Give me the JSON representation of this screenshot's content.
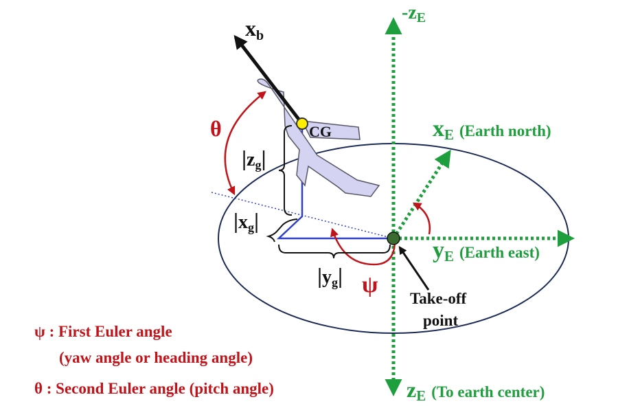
{
  "axes": {
    "minus_z_symbol": "-z",
    "minus_z_sub": "E",
    "x_symbol": "x",
    "x_sub": "E",
    "x_desc": "(Earth north)",
    "y_symbol": "y",
    "y_sub": "E",
    "y_desc": "(Earth east)",
    "z_symbol": "z",
    "z_sub": "E",
    "z_desc": "(To earth center)"
  },
  "body_axis": {
    "symbol": "x",
    "sub": "b"
  },
  "cg_label": "CG",
  "distances": {
    "zg": {
      "open": "|",
      "symbol": "z",
      "sub": "g",
      "close": "|"
    },
    "xg": {
      "open": "|",
      "symbol": "x",
      "sub": "g",
      "close": "|"
    },
    "yg": {
      "open": "|",
      "symbol": "y",
      "sub": "g",
      "close": "|"
    }
  },
  "angles": {
    "theta": "θ",
    "psi": "ψ"
  },
  "takeoff": {
    "line1": "Take-off",
    "line2": "point"
  },
  "legend": {
    "psi_line1": "ψ : First Euler angle",
    "psi_line2": "(yaw angle or heading angle)",
    "theta_line": "θ : Second Euler angle (pitch angle)"
  },
  "colors": {
    "earth_axes": "#1f9e3e",
    "angles": "#c0141a",
    "projection_lines": "#2f3fc4",
    "ellipse": "#1b2a55",
    "aircraft_fill": "#d4d4f2",
    "cg_dot": "#ffee00",
    "takeoff_dot": "#3a6b2f"
  }
}
